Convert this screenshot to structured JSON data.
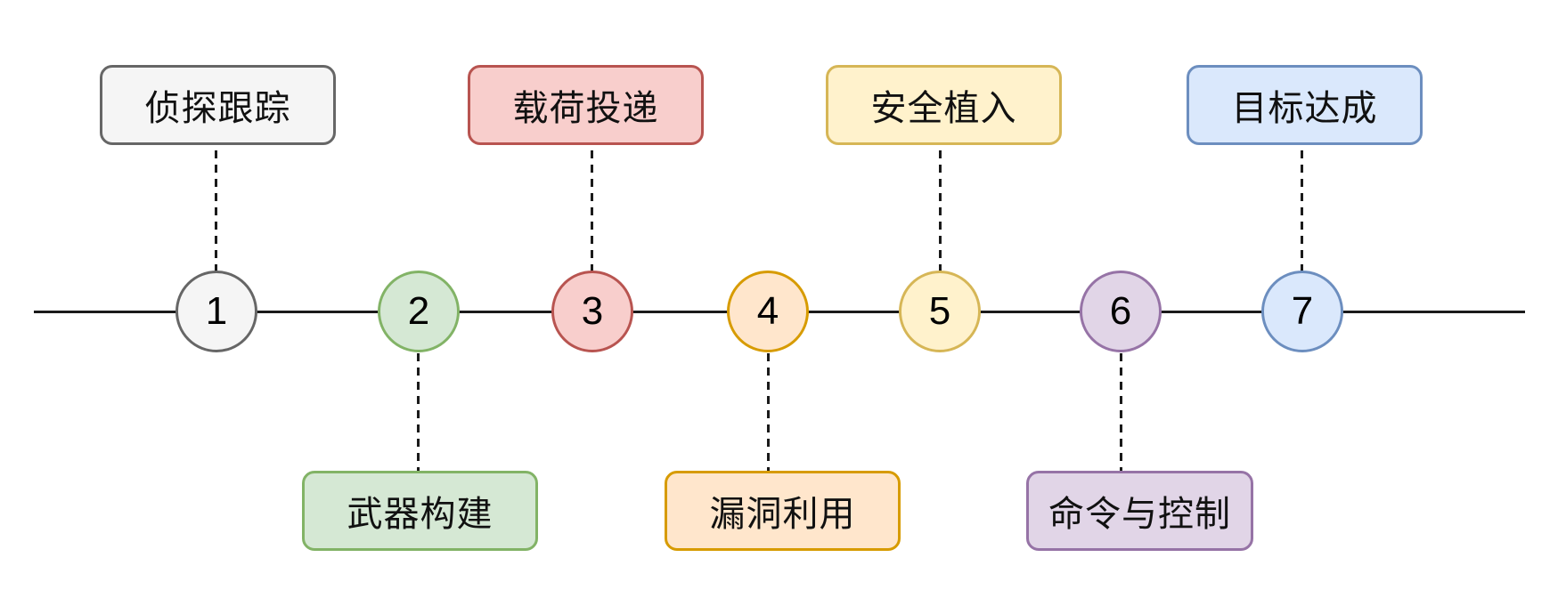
{
  "diagram": {
    "axis_color": "#1a1a1a",
    "stages": [
      {
        "number": "1",
        "label": "侦探跟踪",
        "side": "top",
        "fill": "#f5f5f5",
        "stroke": "#666666"
      },
      {
        "number": "2",
        "label": "武器构建",
        "side": "bottom",
        "fill": "#d5e8d4",
        "stroke": "#82b366"
      },
      {
        "number": "3",
        "label": "载荷投递",
        "side": "top",
        "fill": "#f8cecc",
        "stroke": "#b85450"
      },
      {
        "number": "4",
        "label": "漏洞利用",
        "side": "bottom",
        "fill": "#ffe6cc",
        "stroke": "#d79b00"
      },
      {
        "number": "5",
        "label": "安全植入",
        "side": "top",
        "fill": "#fff2cc",
        "stroke": "#d6b656"
      },
      {
        "number": "6",
        "label": "命令与控制",
        "side": "bottom",
        "fill": "#e1d5e7",
        "stroke": "#9673a6"
      },
      {
        "number": "7",
        "label": "目标达成",
        "side": "top",
        "fill": "#dae8fc",
        "stroke": "#6c8ebf"
      }
    ]
  }
}
